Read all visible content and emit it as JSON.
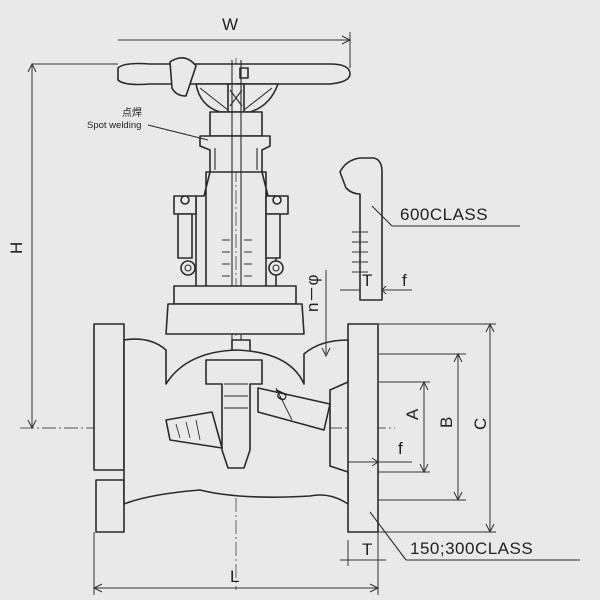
{
  "diagram": {
    "dimensions": {
      "W": "W",
      "H": "H",
      "L": "L",
      "A": "A",
      "B": "B",
      "C": "C",
      "d": "d",
      "f_top": "f",
      "f_bottom": "f",
      "T_top": "T",
      "T_bottom": "T",
      "n_phi": "n－φ"
    },
    "callouts": {
      "spot_welding_cn": "点焊",
      "spot_welding_en": "Spot welding",
      "class_600": "600CLASS",
      "class_150_300": "150;300CLASS"
    }
  }
}
